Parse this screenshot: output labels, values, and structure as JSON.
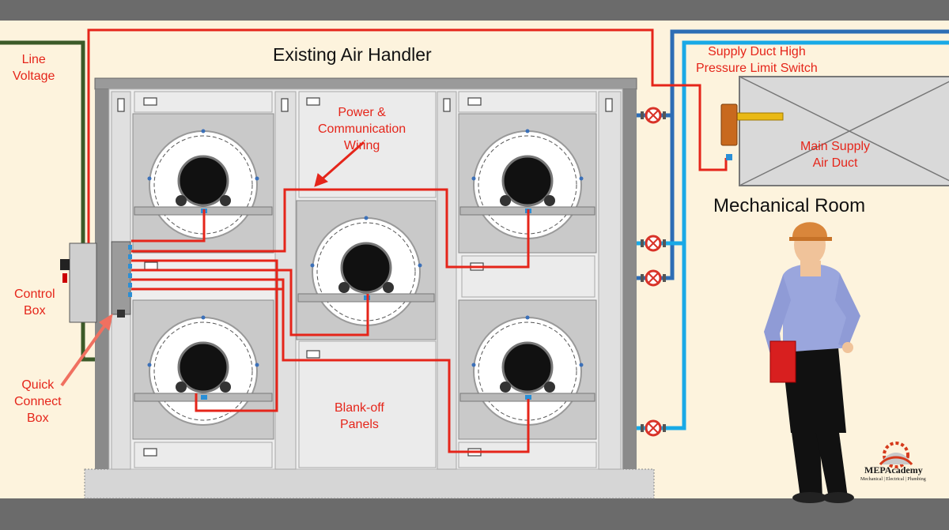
{
  "title": "Existing Air Handler",
  "room_label": "Mechanical Room",
  "labels": {
    "line_voltage": [
      "Line",
      "Voltage"
    ],
    "control_box": [
      "Control",
      "Box"
    ],
    "quick_connect": [
      "Quick",
      "Connect",
      "Box"
    ],
    "power_wiring": [
      "Power &",
      "Communication",
      "Wiring"
    ],
    "blank_off": [
      "Blank-off",
      "Panels"
    ],
    "pressure_switch": [
      "Supply Duct High",
      "Pressure Limit Switch"
    ],
    "main_duct": [
      "Main Supply",
      "Air Duct"
    ]
  },
  "brand": {
    "name": "MEPAcademy",
    "tagline": "Mechanical | Electrical | Plumbing"
  },
  "colors": {
    "background": "#fdf3dd",
    "floor_band": "#6b6b6b",
    "line_voltage_wire": "#3c5a28",
    "power_wire": "#e5251a",
    "duct_dark_blue": "#2d6db5",
    "duct_light_blue": "#19a9e6",
    "label_red": "#e5251a"
  }
}
